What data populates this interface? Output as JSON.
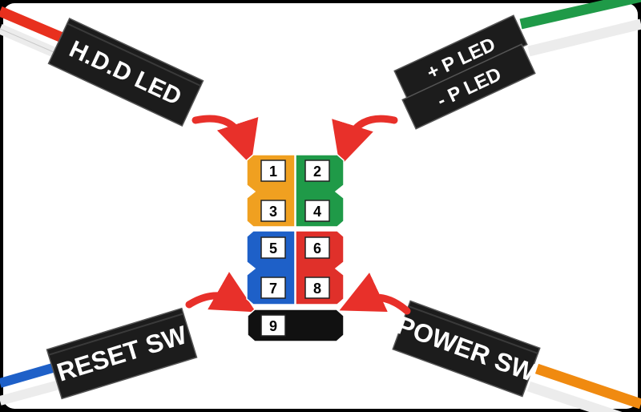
{
  "connectors": {
    "hdd_led": {
      "label": "H.D.D LED"
    },
    "plus_p_led": {
      "label": "+ P  LED"
    },
    "minus_p_led": {
      "label": "- P  LED"
    },
    "reset_sw": {
      "label": "RESET SW"
    },
    "power_sw": {
      "label": "POWER SW"
    }
  },
  "header": {
    "pins": [
      {
        "number": "1",
        "color": "#f0a020"
      },
      {
        "number": "2",
        "color": "#1f9a48"
      },
      {
        "number": "3",
        "color": "#f0a020"
      },
      {
        "number": "4",
        "color": "#1f9a48"
      },
      {
        "number": "5",
        "color": "#1e60c8"
      },
      {
        "number": "6",
        "color": "#e0302a"
      },
      {
        "number": "7",
        "color": "#1e60c8"
      },
      {
        "number": "8",
        "color": "#e0302a"
      },
      {
        "number": "9",
        "color": "#111111"
      }
    ]
  },
  "colors": {
    "arrow": "#e8302a",
    "wire_red": "#e8301e",
    "wire_green": "#1f9a48",
    "wire_white": "#ececec",
    "wire_blue": "#1e60c8",
    "wire_orange": "#f08a10",
    "connector_body": "#1c1c1c"
  }
}
